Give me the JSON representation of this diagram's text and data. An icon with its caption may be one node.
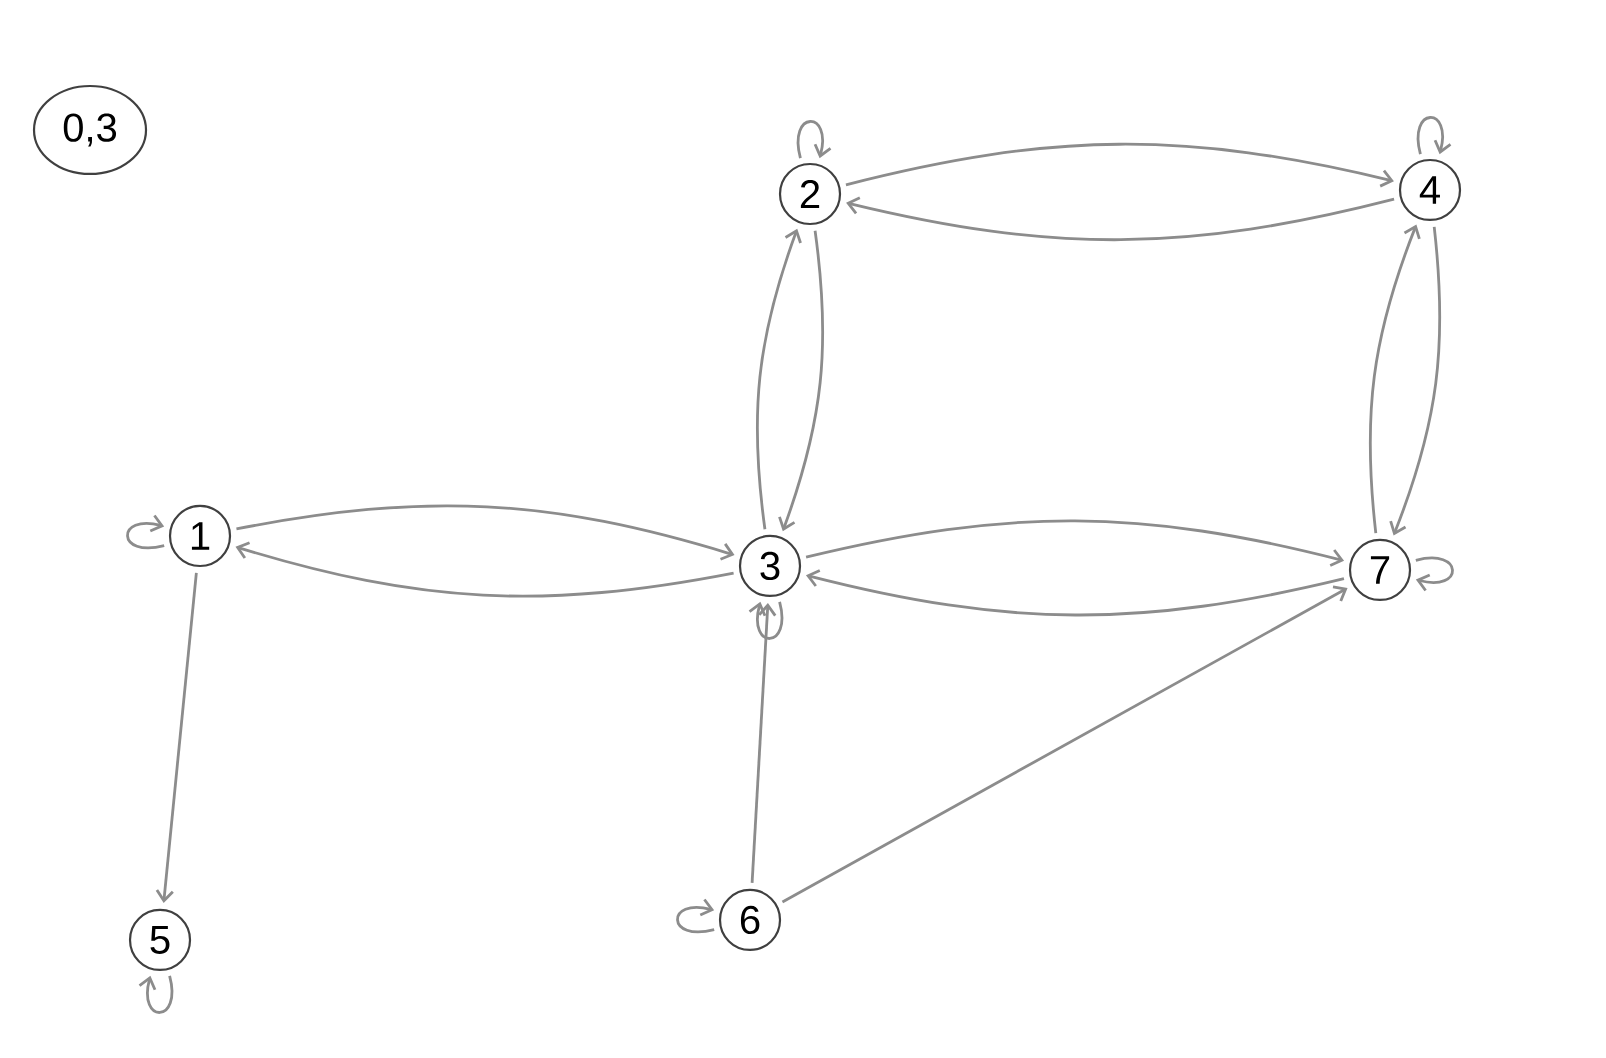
{
  "diagram": {
    "nodes": [
      {
        "text": [
          "0,3"
        ]
      },
      {
        "text": [
          "2"
        ]
      },
      {
        "text": [
          "4"
        ]
      },
      {
        "text": [
          "1"
        ]
      },
      {
        "text": [
          "3"
        ]
      },
      {
        "text": [
          "7"
        ]
      },
      {
        "text": [
          "5"
        ]
      },
      {
        "text": [
          "6"
        ]
      }
    ],
    "edges": [
      {
        "from": 1,
        "to": 1,
        "arrow": "to"
      },
      {
        "from": 2,
        "to": 2,
        "arrow": "to"
      },
      {
        "from": 3,
        "to": 3,
        "arrow": "to"
      },
      {
        "from": 4,
        "to": 4,
        "arrow": "to"
      },
      {
        "from": 5,
        "to": 5,
        "arrow": "to"
      },
      {
        "from": 6,
        "to": 6,
        "arrow": "to"
      },
      {
        "from": 7,
        "to": 7,
        "arrow": "to"
      },
      {
        "from": 1,
        "to": 2,
        "arrow": "to"
      },
      {
        "from": 2,
        "to": 1,
        "arrow": "to"
      },
      {
        "from": 1,
        "to": 4,
        "arrow": "to"
      },
      {
        "from": 4,
        "to": 1,
        "arrow": "to"
      },
      {
        "from": 2,
        "to": 5,
        "arrow": "to"
      },
      {
        "from": 5,
        "to": 2,
        "arrow": "to"
      },
      {
        "from": 3,
        "to": 4,
        "arrow": "to"
      },
      {
        "from": 4,
        "to": 3,
        "arrow": "to"
      },
      {
        "from": 4,
        "to": 5,
        "arrow": "to"
      },
      {
        "from": 5,
        "to": 4,
        "arrow": "to"
      },
      {
        "from": 3,
        "to": 6,
        "arrow": "to"
      },
      {
        "from": 7,
        "to": 4,
        "arrow": "to"
      },
      {
        "from": 7,
        "to": 5,
        "arrow": "to"
      }
    ]
  }
}
